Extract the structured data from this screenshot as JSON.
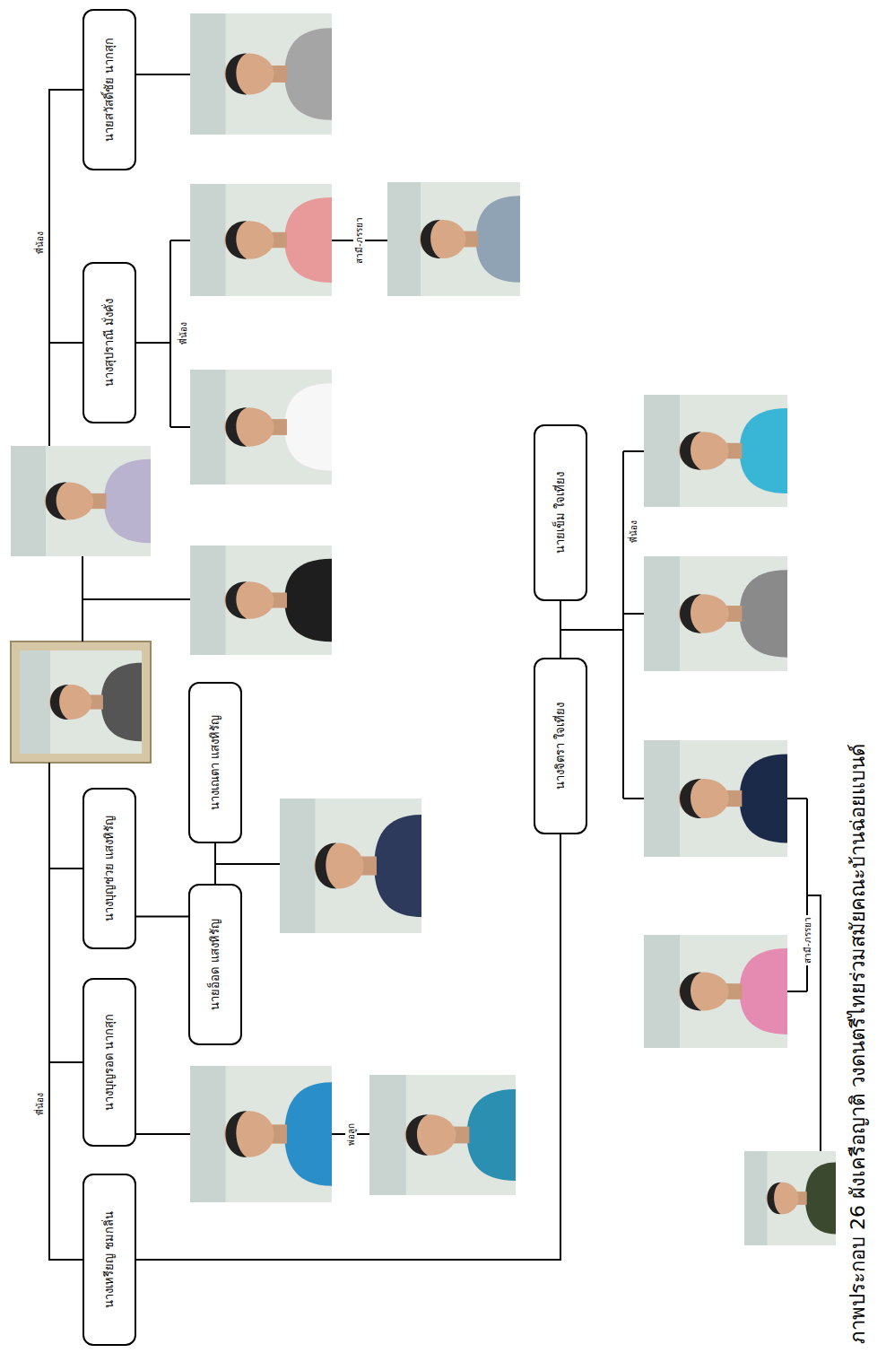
{
  "diagram": {
    "caption": "ภาพประกอบ 26 ผังเครือญาติ วงดนตรีไทยร่วมสมัยคณะบ้านฉ่อยแบนด์",
    "nodes": [
      {
        "text": [
          "นางเหรียญ ชมกลิ่น"
        ]
      },
      {
        "text": [
          "นางบุญรอด นากสุก"
        ]
      },
      {
        "text": [
          "นางบุญช่วย แสงหิรัญ"
        ]
      },
      {
        "text": [
          "นางสุปราณี มั่งคั่ง"
        ]
      },
      {
        "text": [
          "นายสวัสดิ์ชัย นากสุก"
        ]
      },
      {
        "text": [
          "นายอ็อด แสงหิรัญ"
        ]
      },
      {
        "text": [
          "นางเณตา แสงหิรัญ"
        ]
      },
      {
        "text": [
          "นางจิตรา ใจเที่ยง"
        ]
      },
      {
        "text": [
          "นายเข็ม ใจเที่ยง"
        ]
      }
    ],
    "edges": [
      {
        "from": 0,
        "to": 1,
        "arrow": "none"
      },
      {
        "from": 1,
        "to": 2,
        "arrow": "none"
      },
      {
        "from": 3,
        "to": 4,
        "arrow": "none"
      },
      {
        "from": 0,
        "to": 7,
        "arrow": "none"
      },
      {
        "from": 2,
        "to": 5,
        "arrow": "none"
      },
      {
        "from": 5,
        "to": 6,
        "arrow": "none"
      },
      {
        "from": 7,
        "to": 8,
        "arrow": "none"
      }
    ],
    "labels": [
      "พี่น้อง",
      "พี่น้อง",
      "พ่อลูก",
      "พี่น้อง",
      "สามี-ภรรยา",
      "พี่น้อง",
      "สามี-ภรรยา"
    ]
  }
}
